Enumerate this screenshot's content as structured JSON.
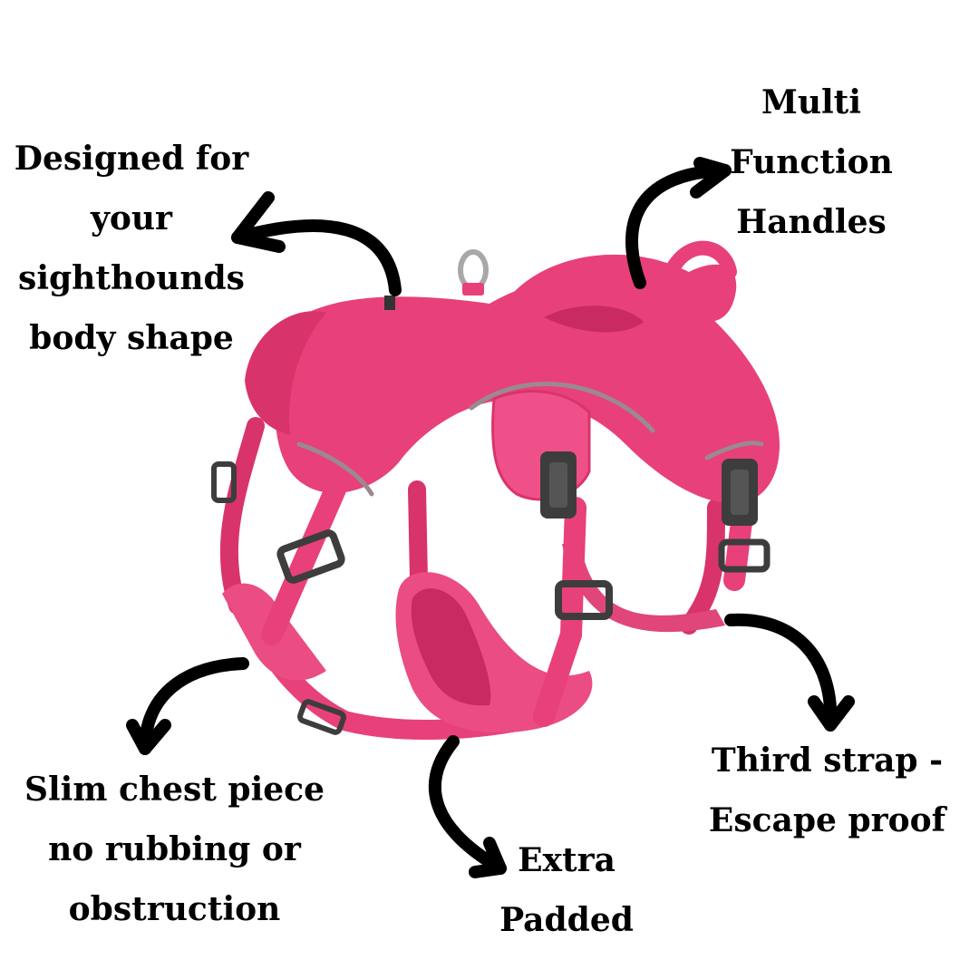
{
  "callouts": {
    "design": [
      "Designed for",
      "your",
      "sighthounds",
      "body shape"
    ],
    "handles": [
      "Multi",
      "Function",
      "Handles"
    ],
    "chest": [
      "Slim chest piece",
      "no rubbing or",
      "obstruction"
    ],
    "padded": [
      "Extra",
      "Padded"
    ],
    "third_strap": [
      "Third strap -",
      "Escape proof"
    ]
  },
  "colors": {
    "harness_pink": "#e8407a",
    "harness_dark": "#c92a62",
    "padding_inner": "#d9336c",
    "buckle": "#3d3d3d",
    "reflective": "#9a8a90",
    "arrow": "#000000"
  }
}
